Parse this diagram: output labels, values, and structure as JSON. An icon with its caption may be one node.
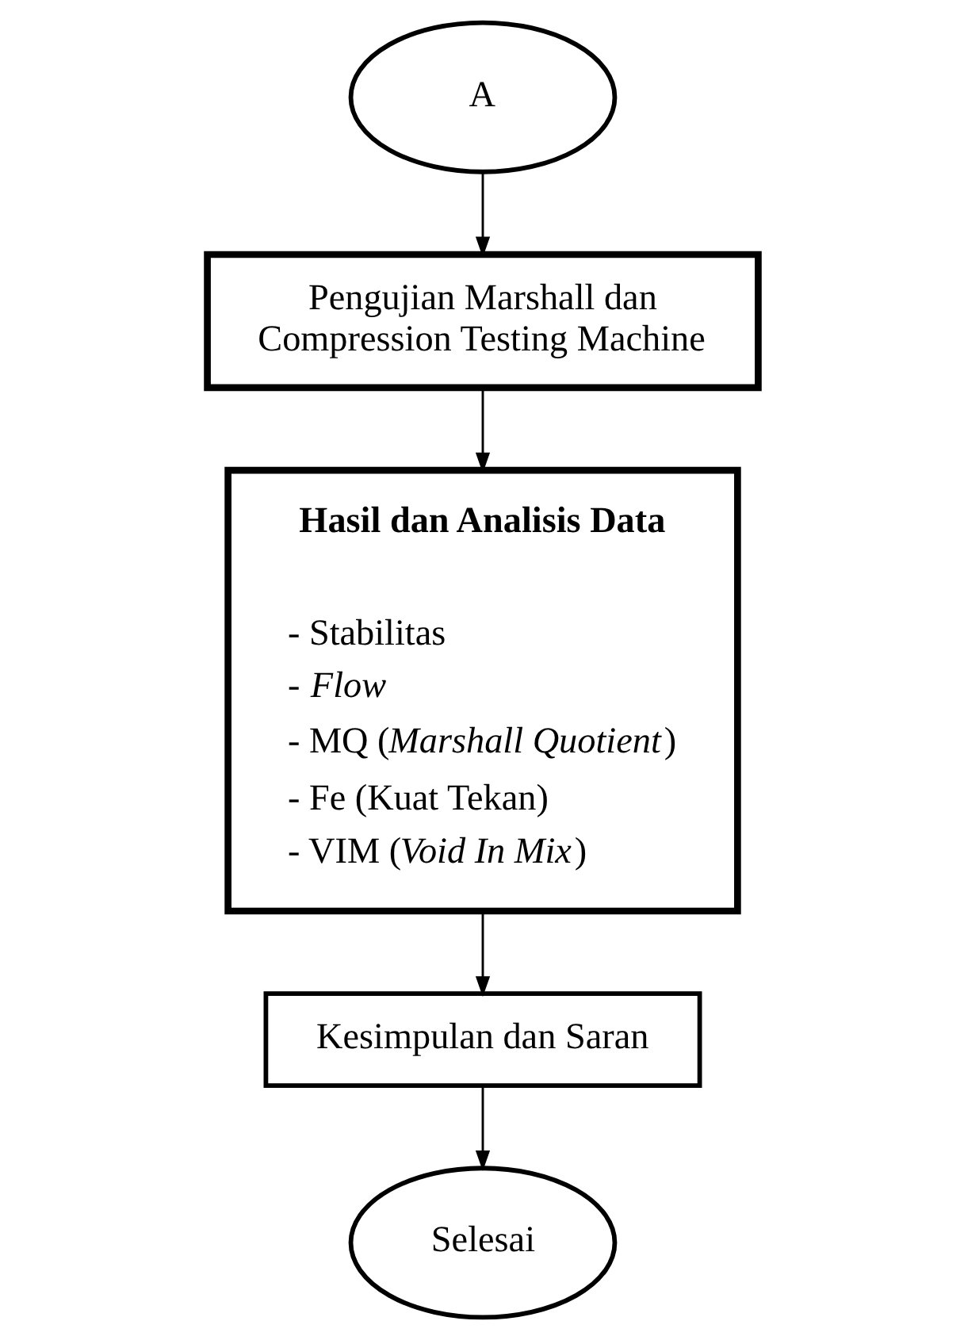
{
  "diagram": {
    "nodes": [
      {
        "text": [
          "A"
        ]
      },
      {
        "text": [
          "Pengujian Marshall dan Compression Testing Machine"
        ]
      },
      {
        "text": [
          "Hasil dan Analisis Data",
          "- Stabilitas",
          "- *Flow*",
          "- MQ (*Marshall Quotient*)",
          "- Fe (Kuat Tekan)",
          "- VIM (*Void In Mix*)"
        ]
      },
      {
        "text": [
          "Kesimpulan dan Saran"
        ]
      },
      {
        "text": [
          "Selesai"
        ]
      }
    ],
    "edges": [
      {
        "from": 0,
        "to": 1,
        "arrow": "to"
      },
      {
        "from": 1,
        "to": 2,
        "arrow": "to"
      },
      {
        "from": 2,
        "to": 3,
        "arrow": "to"
      },
      {
        "from": 3,
        "to": 4,
        "arrow": "to"
      }
    ]
  }
}
